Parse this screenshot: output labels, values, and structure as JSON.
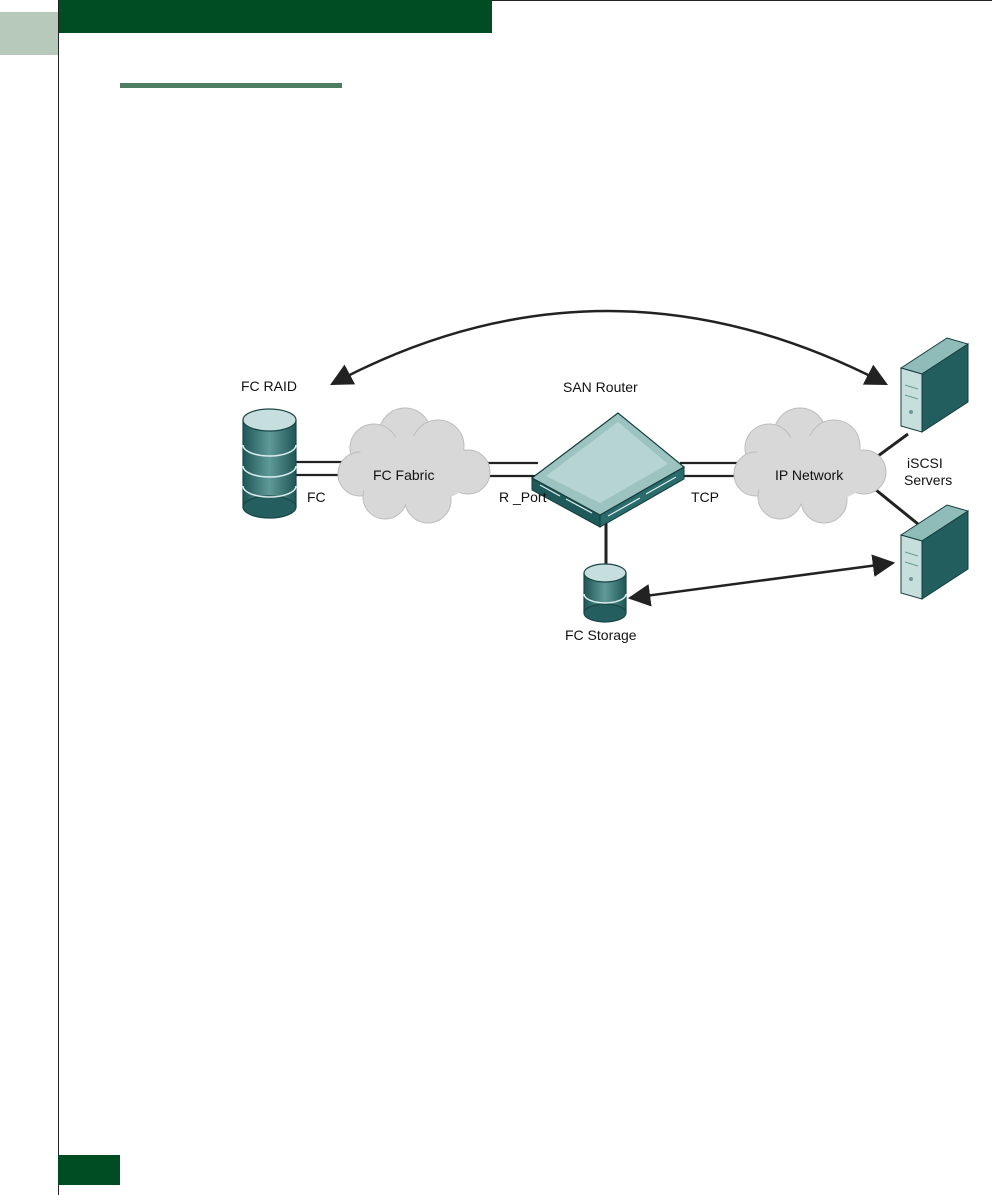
{
  "diagram": {
    "labels": {
      "fc_raid": "FC RAID",
      "fc_fabric": "FC Fabric",
      "fc_link": "FC",
      "san_router": "SAN Router",
      "r_port": "R _Port",
      "tcp": "TCP",
      "ip_network": "IP Network",
      "iscsi": "iSCSI",
      "servers": "Servers",
      "fc_storage": "FC Storage"
    }
  },
  "colors": {
    "brand_green": "#004d23",
    "tab_green": "#b7c9bb",
    "rule_green": "#4e7e62",
    "device_teal": "#2f6b6b",
    "cloud_gray": "#d8d8d8"
  }
}
